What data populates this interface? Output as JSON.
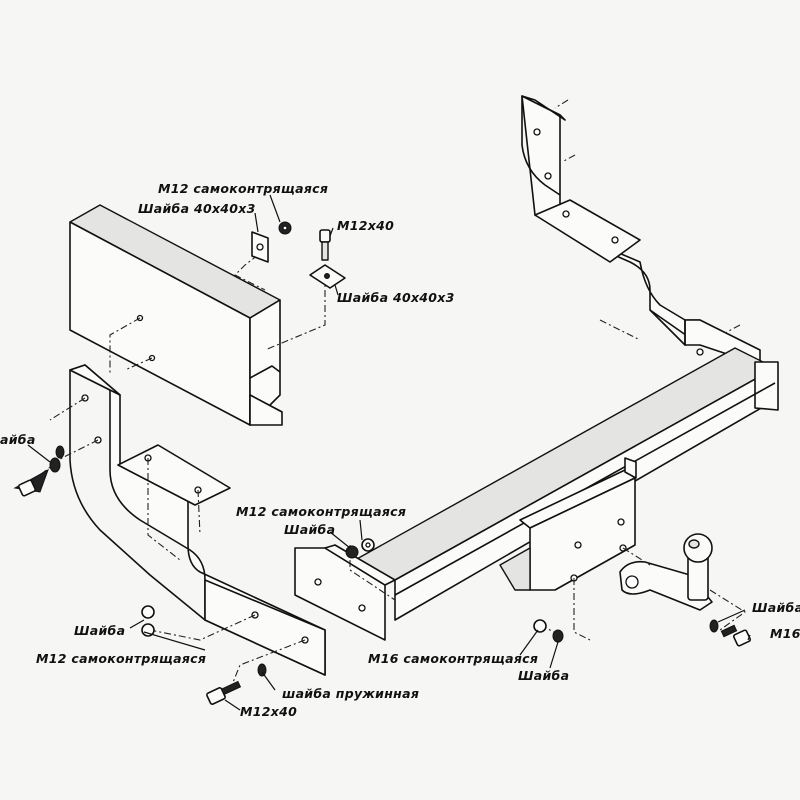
{
  "labels": {
    "m12_selflock_top": "M12 самоконтрящаяся",
    "washer_40_top": "Шайба 40x40x3",
    "bolt_m12x40_top": "M12x40",
    "washer_40_right": "Шайба 40x40x3",
    "washer_left": "айба",
    "m12_selflock_mid": "M12 самоконтрящаяся",
    "washer_mid": "Шайба",
    "washer_bottom_left": "Шайба",
    "m12_selflock_bottom": "M12 самоконтрящаяся",
    "spring_washer": "шайба пружинная",
    "bolt_m12x40_bottom": "M12x40",
    "m16_selflock": "M16 самоконтрящаяся",
    "washer_bottom_right": "Шайба",
    "washer_right_edge": "Шайба",
    "bolt_m16_right": "M16"
  }
}
